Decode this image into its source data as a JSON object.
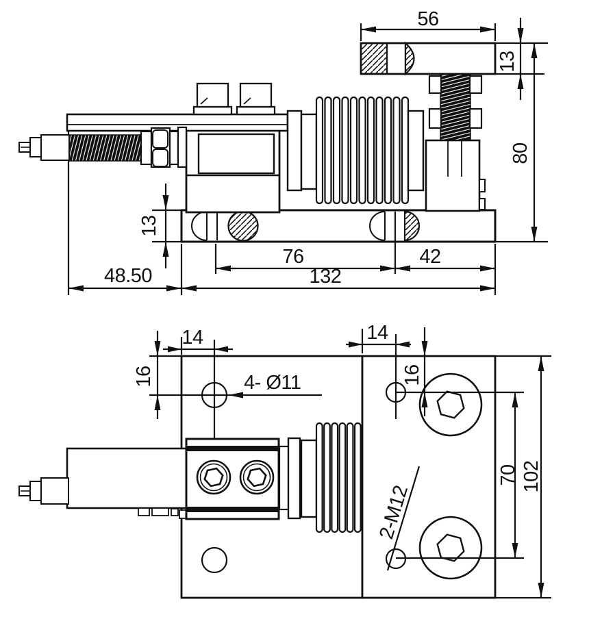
{
  "drawing": {
    "side_view": {
      "dims": {
        "plate_width": "56",
        "plate_thickness": "13",
        "overall_height": "80",
        "base_thickness": "13",
        "hole_span": "76",
        "right_span": "42",
        "base_length": "132",
        "left_span": "48.50"
      }
    },
    "plan_view": {
      "dims": {
        "left_hole_x": "14",
        "left_hole_y": "16",
        "through_holes_label": "4- Ø11",
        "right_hole_x": "14",
        "right_hole_y": "16",
        "hole_pitch": "70",
        "plate_height": "102",
        "tapped_holes_label": "2-M12"
      }
    }
  }
}
